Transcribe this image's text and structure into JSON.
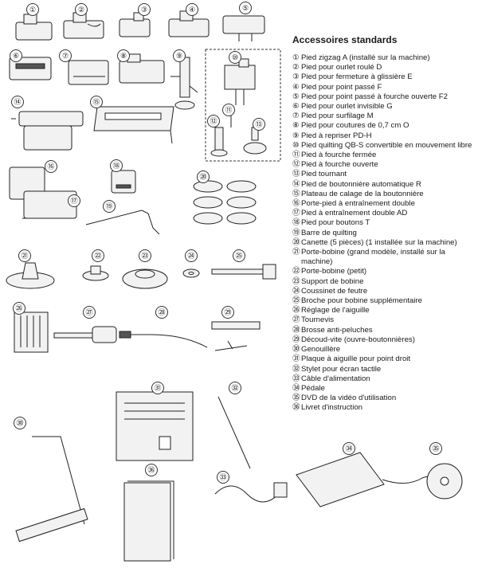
{
  "title": "Accessoires standards",
  "items": [
    {
      "n": "①",
      "label": "Pied zigzag A (installé sur la machine)"
    },
    {
      "n": "②",
      "label": "Pied pour ourlet roulé D"
    },
    {
      "n": "③",
      "label": "Pied pour fermeture à glissière E"
    },
    {
      "n": "④",
      "label": "Pied pour point passé F"
    },
    {
      "n": "⑤",
      "label": "Pied pour point passé à fourche ouverte F2"
    },
    {
      "n": "⑥",
      "label": "Pied pour ourlet invisible G"
    },
    {
      "n": "⑦",
      "label": "Pied pour surfilage M"
    },
    {
      "n": "⑧",
      "label": "Pied pour coutures de 0,7 cm O"
    },
    {
      "n": "⑨",
      "label": "Pied à repriser PD-H"
    },
    {
      "n": "⑩",
      "label": "Pied quilting QB-S convertible en mouvement libre"
    },
    {
      "n": "⑪",
      "label": "Pied à fourche fermée"
    },
    {
      "n": "⑫",
      "label": "Pied à fourche ouverte"
    },
    {
      "n": "⑬",
      "label": "Pied tournant"
    },
    {
      "n": "⑭",
      "label": "Pied de boutonnière automatique R"
    },
    {
      "n": "⑮",
      "label": "Plateau de calage de la boutonnière"
    },
    {
      "n": "⑯",
      "label": "Porte-pied à entraînement double"
    },
    {
      "n": "⑰",
      "label": "Pied à entraînement double AD"
    },
    {
      "n": "⑱",
      "label": "Pied pour boutons T"
    },
    {
      "n": "⑲",
      "label": "Barre de quilting"
    },
    {
      "n": "⑳",
      "label": "Canette (5 pièces) (1 installée sur la machine)"
    },
    {
      "n": "㉑",
      "label": "Porte-bobine (grand modèle, installé sur la machine)"
    },
    {
      "n": "㉒",
      "label": "Porte-bobine (petit)"
    },
    {
      "n": "㉓",
      "label": "Support de bobine"
    },
    {
      "n": "㉔",
      "label": "Coussinet de feutre"
    },
    {
      "n": "㉕",
      "label": "Broche pour bobine supplémentaire"
    },
    {
      "n": "㉖",
      "label": "Réglage de l'aiguille"
    },
    {
      "n": "㉗",
      "label": "Tournevis"
    },
    {
      "n": "㉘",
      "label": "Brosse anti-peluches"
    },
    {
      "n": "㉙",
      "label": "Découd-vite (ouvre-boutonnières)"
    },
    {
      "n": "㉚",
      "label": "Genouillère"
    },
    {
      "n": "㉛",
      "label": "Plaque à aiguille pour point droit"
    },
    {
      "n": "㉜",
      "label": "Stylet pour écran tactile"
    },
    {
      "n": "㉝",
      "label": "Câble d'alimentation"
    },
    {
      "n": "㉞",
      "label": "Pédale"
    },
    {
      "n": "㉟",
      "label": "DVD de la vidéo d'utilisation"
    },
    {
      "n": "㊱",
      "label": "Livret d'instruction"
    }
  ]
}
